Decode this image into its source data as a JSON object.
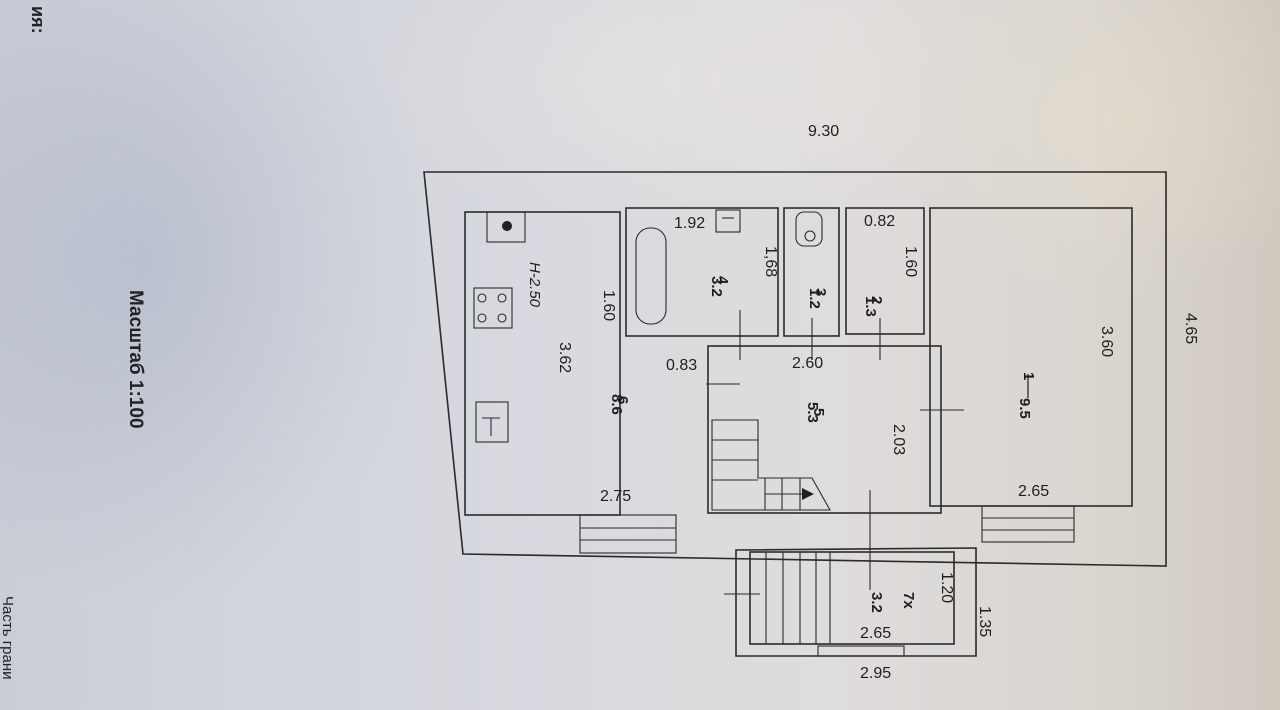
{
  "page": {
    "corner_text": "ия:",
    "bottom_text": "Часть грани",
    "scale": "Масштаб 1:100",
    "height_label": "H-2.50"
  },
  "dimensions": {
    "total_length": "9.30",
    "total_width": "4.65",
    "porch_width_outer": "1.35",
    "porch_length_outer": "2.95"
  },
  "rooms": [
    {
      "number": "1",
      "area": "9.5",
      "dims": [
        "3.60",
        "2.65"
      ]
    },
    {
      "number": "2",
      "area": "1.3",
      "dims": [
        "1.60",
        "0.82"
      ]
    },
    {
      "number": "3",
      "area": "1.2",
      "dims": []
    },
    {
      "number": "4",
      "area": "3.2",
      "dims": [
        "1.92",
        "1,68"
      ]
    },
    {
      "number": "5",
      "area": "5.3",
      "dims": [
        "2.60",
        "2.03"
      ]
    },
    {
      "number": "6",
      "area": "8.6",
      "dims": [
        "3.62",
        "2.75",
        "1.60",
        "0.83"
      ]
    },
    {
      "number": "7х",
      "area": "3.2",
      "dims": [
        "1.20",
        "2.65"
      ]
    }
  ]
}
